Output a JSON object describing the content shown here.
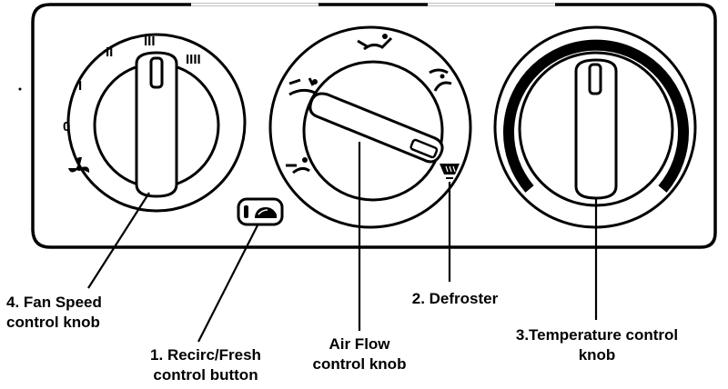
{
  "fan_speed_marks": [
    "0",
    "I",
    "II",
    "III",
    "IIII"
  ],
  "labels": {
    "fan_speed": [
      "4. Fan Speed",
      "control knob"
    ],
    "recirc": [
      "1. Recirc/Fresh",
      "control button"
    ],
    "air_flow": [
      "Air Flow",
      "control knob"
    ],
    "defroster": [
      "2. Defroster"
    ],
    "temperature": [
      "3.Temperature control",
      "knob"
    ]
  },
  "icons": {
    "fan_knob_bottom": "fan-icon",
    "recirc_button": "car-recirc-icon",
    "air_flow_top": "windshield-floor-icon",
    "air_flow_top_right": "defrost-floor-icon",
    "air_flow_left": "face-vent-icon",
    "air_flow_lower_left": "floor-vent-icon",
    "air_flow_bottom_right": "defroster-icon"
  }
}
